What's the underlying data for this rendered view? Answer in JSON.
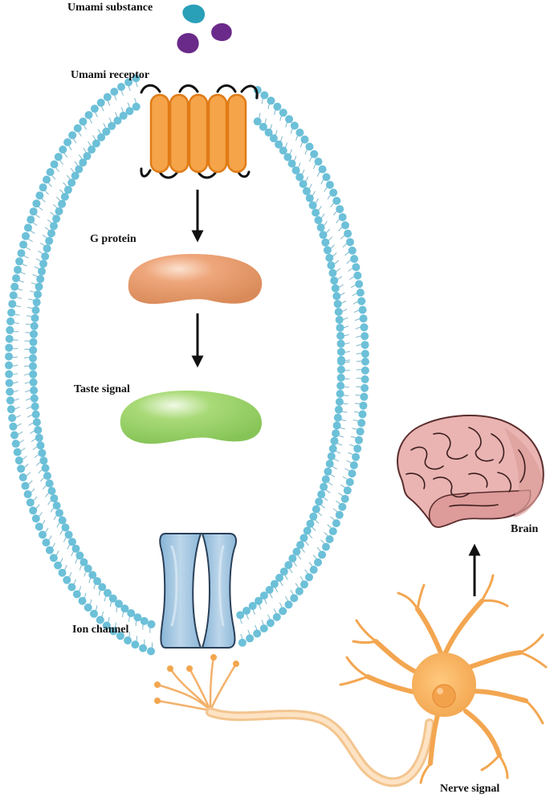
{
  "labels": {
    "umami_substance": "Umami substance",
    "umami_receptor": "Umami receptor",
    "g_protein": "G protein",
    "taste_signal": "Taste signal",
    "ion_channel": "Ion channel",
    "brain": "Brain",
    "nerve_signal": "Nerve signal"
  },
  "colors": {
    "membrane_head": "#6cc0d8",
    "receptor": "#f5a44a",
    "g_protein": "#e59a6b",
    "taste_signal": "#9ed36a",
    "ion_channel": "#a9c8e2",
    "brain": "#e9b4b2",
    "neuron": "#f7b25e",
    "molecule_teal": "#2a9fb8",
    "molecule_purple": "#6a2a8a"
  }
}
